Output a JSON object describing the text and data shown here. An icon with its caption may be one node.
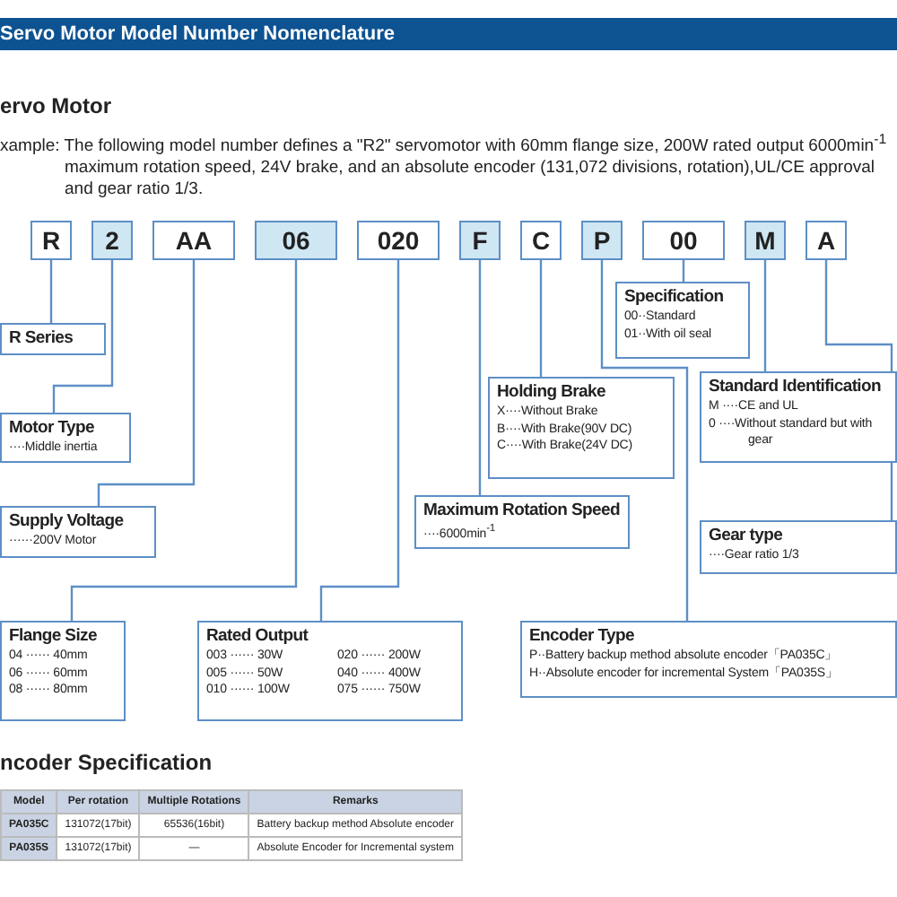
{
  "diagram": {
    "title": "Servo Motor Model Number Nomenclature",
    "nodes": [
      {
        "text": [
          "R"
        ]
      },
      {
        "text": [
          "2"
        ]
      },
      {
        "text": [
          "AA"
        ]
      },
      {
        "text": [
          "06"
        ]
      },
      {
        "text": [
          "020"
        ]
      },
      {
        "text": [
          "F"
        ]
      },
      {
        "text": [
          "C"
        ]
      },
      {
        "text": [
          "P"
        ]
      },
      {
        "text": [
          "00"
        ]
      },
      {
        "text": [
          "M"
        ]
      },
      {
        "text": [
          "A"
        ]
      },
      {
        "text": [
          "R Series"
        ]
      },
      {
        "text": [
          "Motor Type",
          "····Middle inertia"
        ]
      },
      {
        "text": [
          "Supply Voltage",
          "······200V Motor"
        ]
      },
      {
        "text": [
          "Flange Size",
          "04 ······ 40mm",
          "06 ······ 60mm",
          "08 ······ 80mm"
        ]
      },
      {
        "text": [
          "Rated Output",
          "003 ······ 30W",
          "020 ······ 200W",
          "005 ······ 50W",
          "040 ······ 400W",
          "010 ······ 100W",
          "075 ······ 750W"
        ]
      },
      {
        "text": [
          "Holding Brake",
          "X····Without Brake",
          "B····With Brake(90V DC)",
          "C····With Brake(24V DC)"
        ]
      },
      {
        "text": [
          "Maximum Rotation Speed",
          "····6000min$^{-1}$"
        ]
      },
      {
        "text": [
          "Specification",
          "00··Standard",
          "01··With oil seal"
        ]
      },
      {
        "text": [
          "Standard Identification",
          "M ····CE and UL",
          "0 ····Without standard but with gear"
        ]
      },
      {
        "text": [
          "Gear type",
          "····Gear ratio 1/3"
        ]
      },
      {
        "text": [
          "Encoder Type",
          "P··Battery backup method absolute encoder「PA035C」",
          "H··Absolute encoder for incremental System「PA035S」"
        ]
      }
    ],
    "edges": [
      {
        "from": 0,
        "to": 11,
        "arrow": "none"
      },
      {
        "from": 1,
        "to": 12,
        "arrow": "none"
      },
      {
        "from": 2,
        "to": 13,
        "arrow": "none"
      },
      {
        "from": 3,
        "to": 14,
        "arrow": "none"
      },
      {
        "from": 4,
        "to": 15,
        "arrow": "none"
      },
      {
        "from": 5,
        "to": 17,
        "arrow": "none"
      },
      {
        "from": 6,
        "to": 16,
        "arrow": "none"
      },
      {
        "from": 7,
        "to": 21,
        "arrow": "none"
      },
      {
        "from": 8,
        "to": 18,
        "arrow": "none"
      },
      {
        "from": 9,
        "to": 19,
        "arrow": "none"
      },
      {
        "from": 10,
        "to": 20,
        "arrow": "none"
      }
    ],
    "labels": [
      "ervo Motor",
      "xample: The following model number defines a \"R2\" servomotor with 60mm flange size, 200W rated output 6000min$^{-1}$ maximum rotation speed, 24V brake, and an absolute encoder (131,072 divisions, rotation),UL/CE approval and gear ratio 1/3.",
      "ncoder Specification",
      "Model",
      "Per rotation",
      "Multiple Rotations",
      "Remarks",
      "PA035C",
      "131072(17bit)",
      "65536(16bit)",
      "Battery backup method Absolute encoder",
      "PA035S",
      "131072(17bit)",
      "—",
      "Absolute Encoder for Incremental system"
    ]
  }
}
